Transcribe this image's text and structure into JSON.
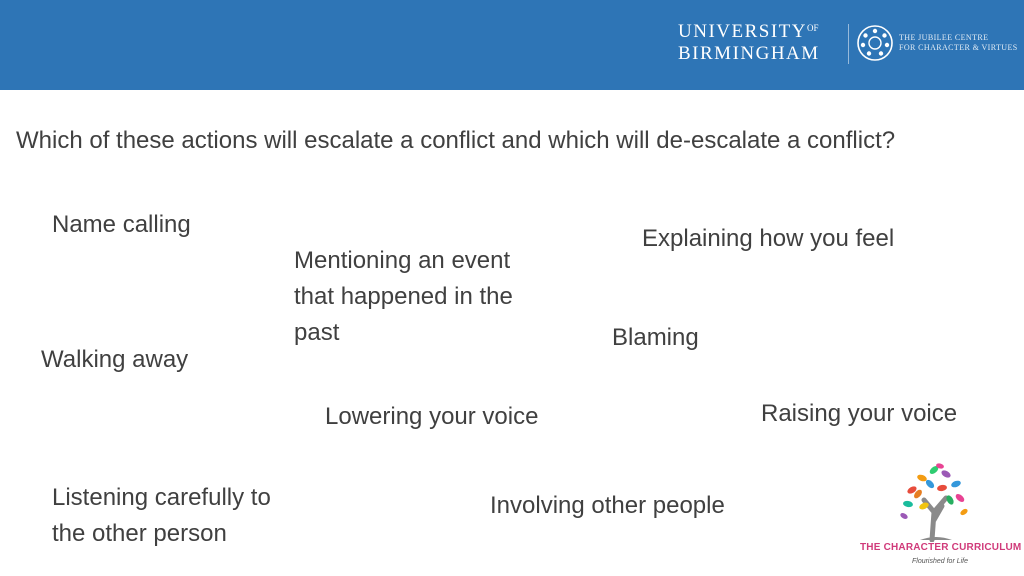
{
  "header": {
    "university_line1": "UNIVERSITY",
    "university_of": "OF",
    "university_line2": "BIRMINGHAM",
    "centre_line1": "THE JUBILEE CENTRE",
    "centre_line2": "FOR CHARACTER & VIRTUES"
  },
  "question": "Which of these actions will escalate a conflict and which will de-escalate a conflict?",
  "items": {
    "name_calling": "Name calling",
    "explaining": "Explaining how you feel",
    "mentioning_l1": "Mentioning an event",
    "mentioning_l2": "that happened in the",
    "mentioning_l3": "past",
    "blaming": "Blaming",
    "walking_away": "Walking away",
    "lowering": "Lowering your voice",
    "raising": "Raising your voice",
    "listening_l1": "Listening carefully to",
    "listening_l2": "the other person",
    "involving": "Involving other people"
  },
  "logo": {
    "title": "THE CHARACTER CURRICULUM",
    "tagline": "Flourished for Life"
  },
  "colors": {
    "header": "#2e75b6",
    "text": "#404040",
    "logo_title": "#d03a7a"
  }
}
